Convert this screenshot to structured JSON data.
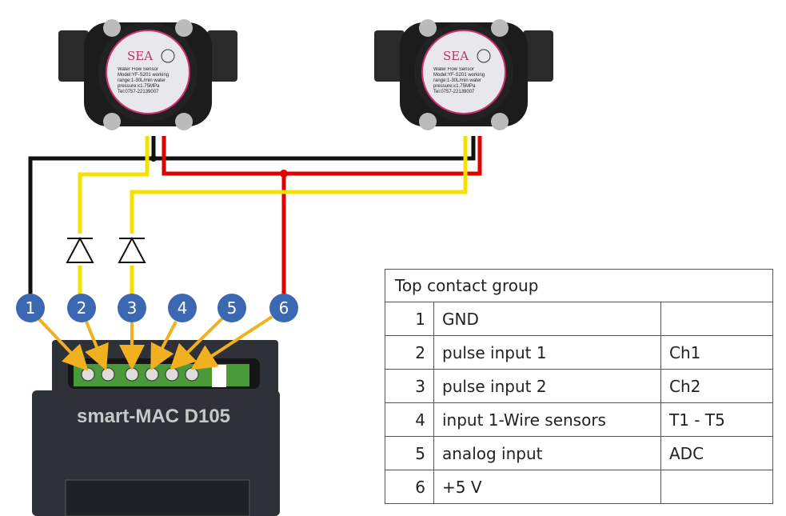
{
  "sensors": [
    {
      "brand": "SEA",
      "model_label": "Water Flow Sensor Model:YF-S201 working range:1-30L/min water pressure:≤1.75MPa Tel:0757-22139007"
    },
    {
      "brand": "SEA",
      "model_label": "Water Flow Sensor Model:YF-S201 working range:1-30L/min water pressure:≤1.75MPa Tel:0757-22139007"
    }
  ],
  "pins": [
    "1",
    "2",
    "3",
    "4",
    "5",
    "6"
  ],
  "device": {
    "name": "smart-MAC D105"
  },
  "colors": {
    "gnd": "#111111",
    "pulse": "#f5e000",
    "vcc": "#e00000",
    "pin_badge": "#3b68b0",
    "arrow": "#f0b020"
  },
  "table": {
    "title": "Top contact group",
    "rows": [
      {
        "n": "1",
        "label": "GND",
        "ch": ""
      },
      {
        "n": "2",
        "label": "pulse input 1",
        "ch": "Ch1"
      },
      {
        "n": "3",
        "label": "pulse input 2",
        "ch": "Ch2"
      },
      {
        "n": "4",
        "label": "input 1-Wire sensors",
        "ch": "T1 - T5"
      },
      {
        "n": "5",
        "label": "analog input",
        "ch": "ADC"
      },
      {
        "n": "6",
        "label": "+5 V",
        "ch": ""
      }
    ]
  }
}
